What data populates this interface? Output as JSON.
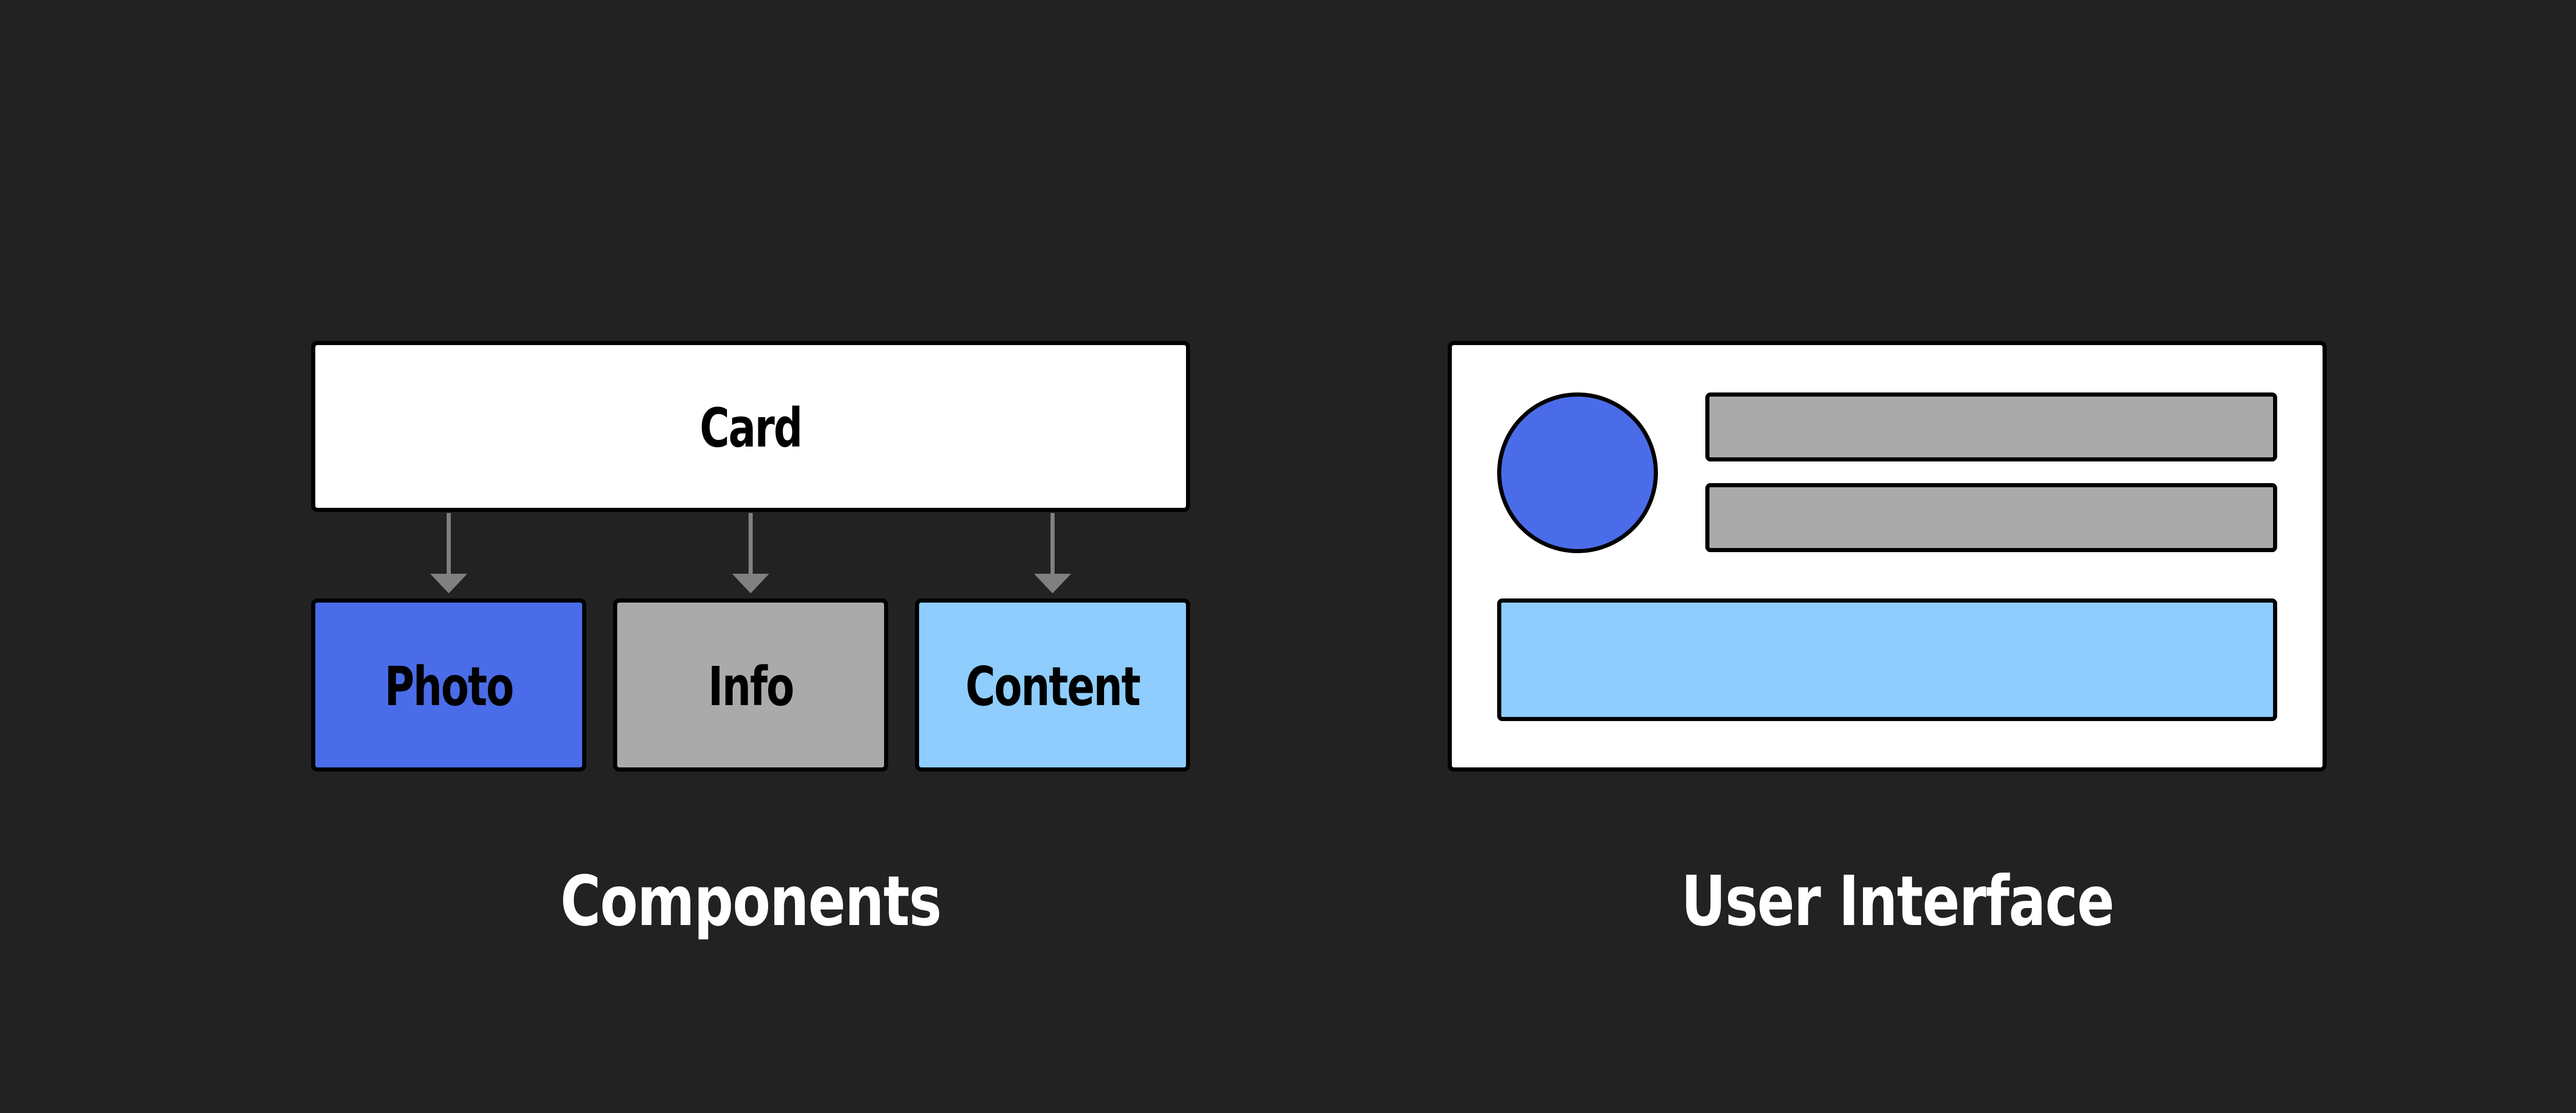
{
  "diagram": {
    "components": {
      "parent": {
        "label": "Card"
      },
      "children": [
        {
          "label": "Photo",
          "color": "#4a6ce8"
        },
        {
          "label": "Info",
          "color": "#aaaaaa"
        },
        {
          "label": "Content",
          "color": "#8ecdfd"
        }
      ],
      "caption": "Components"
    },
    "user_interface": {
      "caption": "User Interface",
      "colors": {
        "card": "#ffffff",
        "avatar": "#4a6ce8",
        "info_bar": "#aaaaaa",
        "content_block": "#8ecdfd"
      }
    },
    "colors": {
      "background": "#222222",
      "border": "#000000",
      "arrow": "#808080",
      "caption": "#ffffff"
    }
  }
}
